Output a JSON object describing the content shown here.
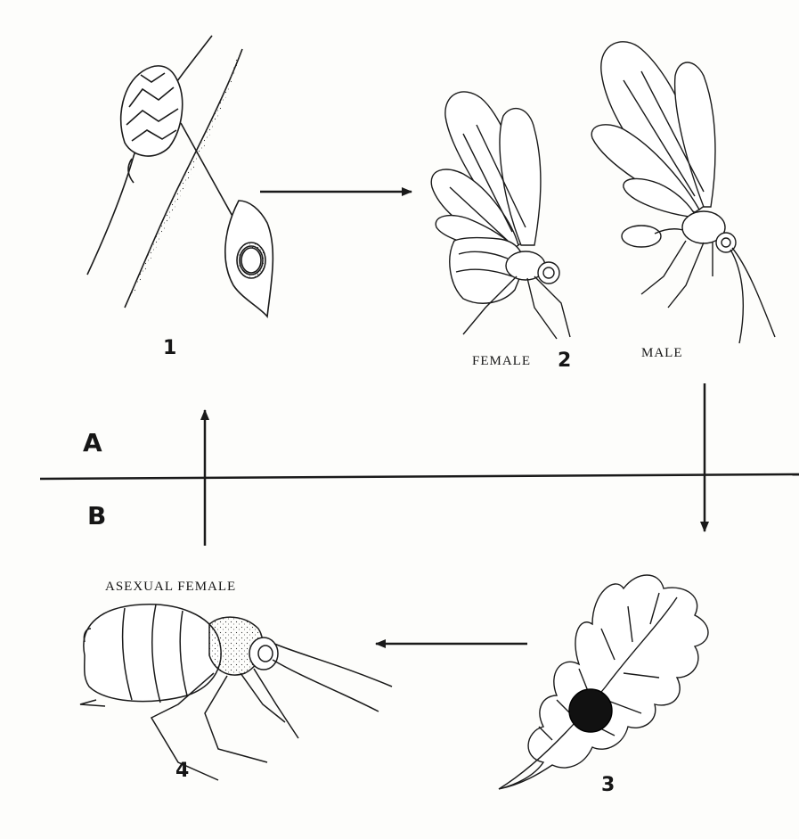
{
  "labels": {
    "stage1": "1",
    "stage2": "2",
    "stage3": "3",
    "stage4": "4",
    "female": "FEMALE",
    "male": "MALE",
    "asexual_female": "ASEXUAL FEMALE",
    "generation_a": "A",
    "generation_b": "B"
  },
  "colors": {
    "ink": "#1a1a1a",
    "paper": "#fdfdfb",
    "gall": "#111111"
  },
  "icons": {
    "bud_gall": "twig-with-bud-gall-icon",
    "gall_section": "gall-cross-section-icon",
    "female_wasp": "winged-female-wasp-icon",
    "male_wasp": "winged-male-wasp-icon",
    "oak_leaf_gall": "oak-leaf-with-gall-icon",
    "asexual_wasp": "wingless-asexual-wasp-icon"
  }
}
